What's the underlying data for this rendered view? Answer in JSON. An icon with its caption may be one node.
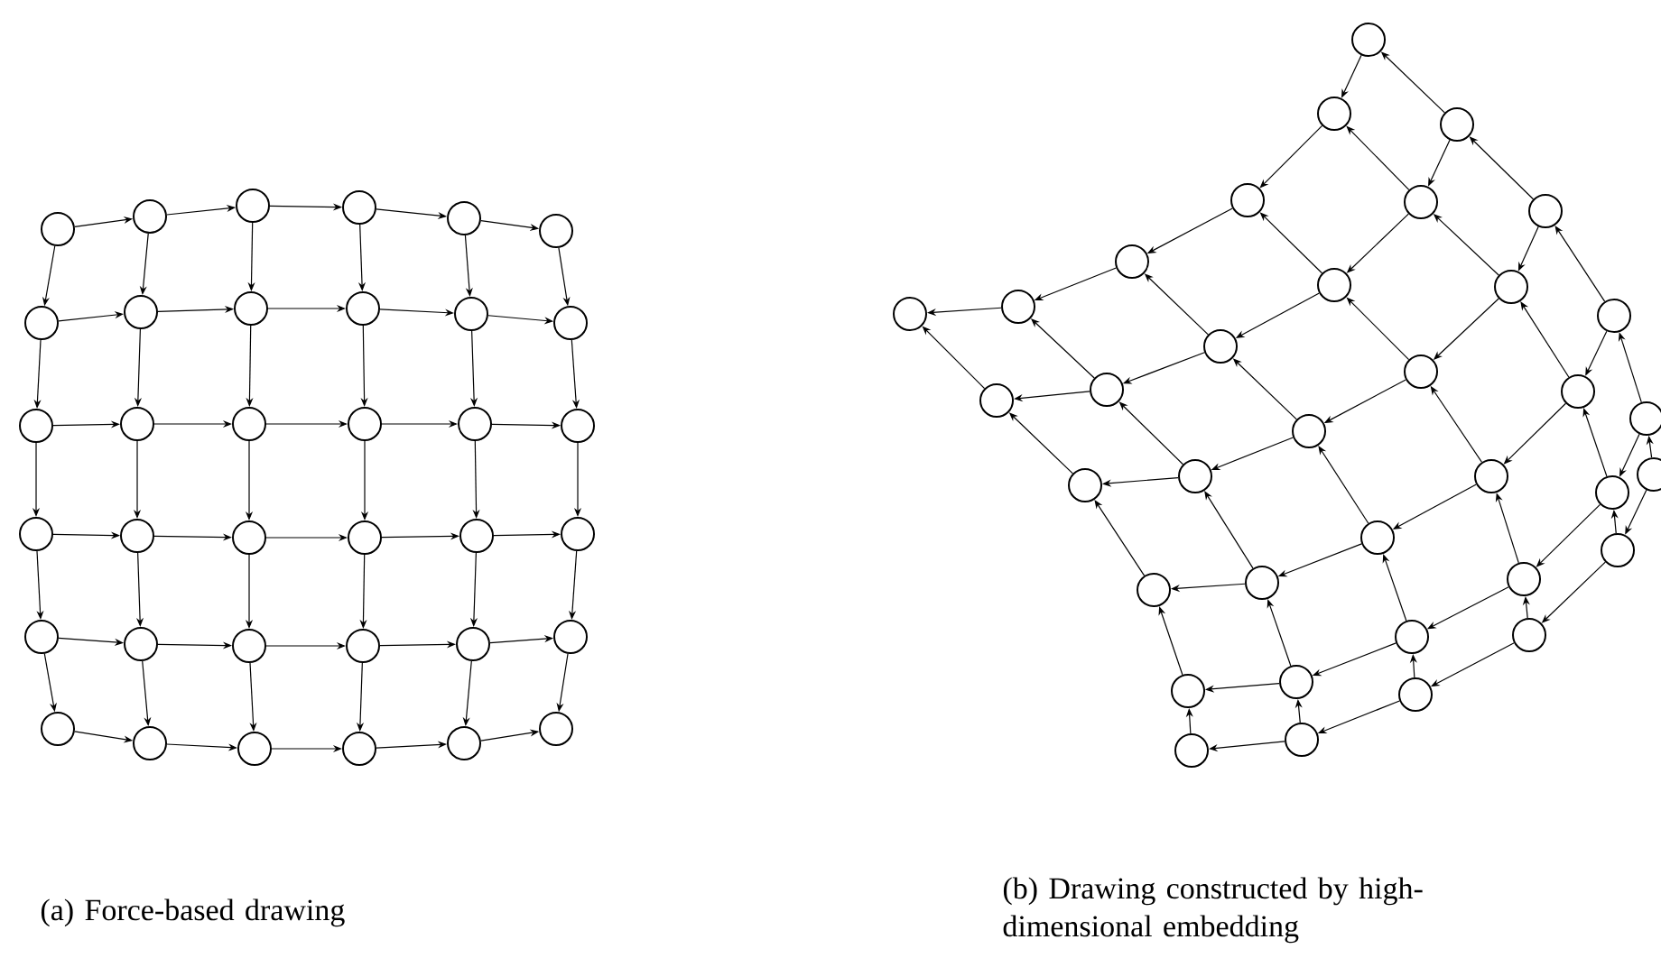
{
  "diagram": {
    "nodes": [
      {
        "text": [],
        "shape": "circle"
      },
      {
        "text": [],
        "shape": "circle"
      },
      {
        "text": [],
        "shape": "circle"
      },
      {
        "text": [],
        "shape": "circle"
      },
      {
        "text": [],
        "shape": "circle"
      },
      {
        "text": [],
        "shape": "circle"
      },
      {
        "text": [],
        "shape": "circle"
      },
      {
        "text": [],
        "shape": "circle"
      },
      {
        "text": [],
        "shape": "circle"
      },
      {
        "text": [],
        "shape": "circle"
      },
      {
        "text": [],
        "shape": "circle"
      },
      {
        "text": [],
        "shape": "circle"
      },
      {
        "text": [],
        "shape": "circle"
      },
      {
        "text": [],
        "shape": "circle"
      },
      {
        "text": [],
        "shape": "circle"
      },
      {
        "text": [],
        "shape": "circle"
      },
      {
        "text": [],
        "shape": "circle"
      },
      {
        "text": [],
        "shape": "circle"
      },
      {
        "text": [],
        "shape": "circle"
      },
      {
        "text": [],
        "shape": "circle"
      },
      {
        "text": [],
        "shape": "circle"
      },
      {
        "text": [],
        "shape": "circle"
      },
      {
        "text": [],
        "shape": "circle"
      },
      {
        "text": [],
        "shape": "circle"
      },
      {
        "text": [],
        "shape": "circle"
      },
      {
        "text": [],
        "shape": "circle"
      },
      {
        "text": [],
        "shape": "circle"
      },
      {
        "text": [],
        "shape": "circle"
      },
      {
        "text": [],
        "shape": "circle"
      },
      {
        "text": [],
        "shape": "circle"
      },
      {
        "text": [],
        "shape": "circle"
      },
      {
        "text": [],
        "shape": "circle"
      },
      {
        "text": [],
        "shape": "circle"
      },
      {
        "text": [],
        "shape": "circle"
      },
      {
        "text": [],
        "shape": "circle"
      },
      {
        "text": [],
        "shape": "circle"
      },
      {
        "text": [],
        "shape": "circle"
      },
      {
        "text": [],
        "shape": "circle"
      },
      {
        "text": [],
        "shape": "circle"
      },
      {
        "text": [],
        "shape": "circle"
      },
      {
        "text": [],
        "shape": "circle"
      },
      {
        "text": [],
        "shape": "circle"
      },
      {
        "text": [],
        "shape": "circle"
      },
      {
        "text": [],
        "shape": "circle"
      },
      {
        "text": [],
        "shape": "circle"
      },
      {
        "text": [],
        "shape": "circle"
      },
      {
        "text": [],
        "shape": "circle"
      },
      {
        "text": [],
        "shape": "circle"
      },
      {
        "text": [],
        "shape": "circle"
      },
      {
        "text": [],
        "shape": "circle"
      },
      {
        "text": [],
        "shape": "circle"
      },
      {
        "text": [],
        "shape": "circle"
      },
      {
        "text": [],
        "shape": "circle"
      },
      {
        "text": [],
        "shape": "circle"
      },
      {
        "text": [],
        "shape": "circle"
      },
      {
        "text": [],
        "shape": "circle"
      },
      {
        "text": [],
        "shape": "circle"
      },
      {
        "text": [],
        "shape": "circle"
      },
      {
        "text": [],
        "shape": "circle"
      },
      {
        "text": [],
        "shape": "circle"
      },
      {
        "text": [],
        "shape": "circle"
      },
      {
        "text": [],
        "shape": "circle"
      },
      {
        "text": [],
        "shape": "circle"
      },
      {
        "text": [],
        "shape": "circle"
      },
      {
        "text": [],
        "shape": "circle"
      },
      {
        "text": [],
        "shape": "circle"
      },
      {
        "text": [],
        "shape": "circle"
      },
      {
        "text": [],
        "shape": "circle"
      },
      {
        "text": [],
        "shape": "circle"
      },
      {
        "text": [],
        "shape": "circle"
      },
      {
        "text": [],
        "shape": "circle"
      },
      {
        "text": [],
        "shape": "circle"
      }
    ],
    "edges": [
      {
        "from": 0,
        "to": 1,
        "arrow": "to"
      },
      {
        "from": 1,
        "to": 2,
        "arrow": "to"
      },
      {
        "from": 2,
        "to": 3,
        "arrow": "to"
      },
      {
        "from": 3,
        "to": 4,
        "arrow": "to"
      },
      {
        "from": 4,
        "to": 5,
        "arrow": "to"
      },
      {
        "from": 6,
        "to": 7,
        "arrow": "to"
      },
      {
        "from": 7,
        "to": 8,
        "arrow": "to"
      },
      {
        "from": 8,
        "to": 9,
        "arrow": "to"
      },
      {
        "from": 9,
        "to": 10,
        "arrow": "to"
      },
      {
        "from": 10,
        "to": 11,
        "arrow": "to"
      },
      {
        "from": 12,
        "to": 13,
        "arrow": "to"
      },
      {
        "from": 13,
        "to": 14,
        "arrow": "to"
      },
      {
        "from": 14,
        "to": 15,
        "arrow": "to"
      },
      {
        "from": 15,
        "to": 16,
        "arrow": "to"
      },
      {
        "from": 16,
        "to": 17,
        "arrow": "to"
      },
      {
        "from": 18,
        "to": 19,
        "arrow": "to"
      },
      {
        "from": 19,
        "to": 20,
        "arrow": "to"
      },
      {
        "from": 20,
        "to": 21,
        "arrow": "to"
      },
      {
        "from": 21,
        "to": 22,
        "arrow": "to"
      },
      {
        "from": 22,
        "to": 23,
        "arrow": "to"
      },
      {
        "from": 24,
        "to": 25,
        "arrow": "to"
      },
      {
        "from": 25,
        "to": 26,
        "arrow": "to"
      },
      {
        "from": 26,
        "to": 27,
        "arrow": "to"
      },
      {
        "from": 27,
        "to": 28,
        "arrow": "to"
      },
      {
        "from": 28,
        "to": 29,
        "arrow": "to"
      },
      {
        "from": 30,
        "to": 31,
        "arrow": "to"
      },
      {
        "from": 31,
        "to": 32,
        "arrow": "to"
      },
      {
        "from": 32,
        "to": 33,
        "arrow": "to"
      },
      {
        "from": 33,
        "to": 34,
        "arrow": "to"
      },
      {
        "from": 34,
        "to": 35,
        "arrow": "to"
      },
      {
        "from": 0,
        "to": 6,
        "arrow": "to"
      },
      {
        "from": 1,
        "to": 7,
        "arrow": "to"
      },
      {
        "from": 2,
        "to": 8,
        "arrow": "to"
      },
      {
        "from": 3,
        "to": 9,
        "arrow": "to"
      },
      {
        "from": 4,
        "to": 10,
        "arrow": "to"
      },
      {
        "from": 5,
        "to": 11,
        "arrow": "to"
      },
      {
        "from": 6,
        "to": 12,
        "arrow": "to"
      },
      {
        "from": 7,
        "to": 13,
        "arrow": "to"
      },
      {
        "from": 8,
        "to": 14,
        "arrow": "to"
      },
      {
        "from": 9,
        "to": 15,
        "arrow": "to"
      },
      {
        "from": 10,
        "to": 16,
        "arrow": "to"
      },
      {
        "from": 11,
        "to": 17,
        "arrow": "to"
      },
      {
        "from": 12,
        "to": 18,
        "arrow": "to"
      },
      {
        "from": 13,
        "to": 19,
        "arrow": "to"
      },
      {
        "from": 14,
        "to": 20,
        "arrow": "to"
      },
      {
        "from": 15,
        "to": 21,
        "arrow": "to"
      },
      {
        "from": 16,
        "to": 22,
        "arrow": "to"
      },
      {
        "from": 17,
        "to": 23,
        "arrow": "to"
      },
      {
        "from": 18,
        "to": 24,
        "arrow": "to"
      },
      {
        "from": 19,
        "to": 25,
        "arrow": "to"
      },
      {
        "from": 20,
        "to": 26,
        "arrow": "to"
      },
      {
        "from": 21,
        "to": 27,
        "arrow": "to"
      },
      {
        "from": 22,
        "to": 28,
        "arrow": "to"
      },
      {
        "from": 23,
        "to": 29,
        "arrow": "to"
      },
      {
        "from": 24,
        "to": 30,
        "arrow": "to"
      },
      {
        "from": 25,
        "to": 31,
        "arrow": "to"
      },
      {
        "from": 26,
        "to": 32,
        "arrow": "to"
      },
      {
        "from": 27,
        "to": 33,
        "arrow": "to"
      },
      {
        "from": 28,
        "to": 34,
        "arrow": "to"
      },
      {
        "from": 29,
        "to": 35,
        "arrow": "to"
      },
      {
        "from": 36,
        "to": 37,
        "arrow": "to"
      },
      {
        "from": 37,
        "to": 38,
        "arrow": "to"
      },
      {
        "from": 38,
        "to": 39,
        "arrow": "to"
      },
      {
        "from": 39,
        "to": 40,
        "arrow": "to"
      },
      {
        "from": 40,
        "to": 41,
        "arrow": "to"
      },
      {
        "from": 42,
        "to": 43,
        "arrow": "to"
      },
      {
        "from": 43,
        "to": 44,
        "arrow": "to"
      },
      {
        "from": 44,
        "to": 45,
        "arrow": "to"
      },
      {
        "from": 45,
        "to": 46,
        "arrow": "to"
      },
      {
        "from": 46,
        "to": 47,
        "arrow": "to"
      },
      {
        "from": 48,
        "to": 49,
        "arrow": "to"
      },
      {
        "from": 49,
        "to": 50,
        "arrow": "to"
      },
      {
        "from": 50,
        "to": 51,
        "arrow": "to"
      },
      {
        "from": 51,
        "to": 52,
        "arrow": "to"
      },
      {
        "from": 52,
        "to": 53,
        "arrow": "to"
      },
      {
        "from": 54,
        "to": 55,
        "arrow": "to"
      },
      {
        "from": 55,
        "to": 56,
        "arrow": "to"
      },
      {
        "from": 56,
        "to": 57,
        "arrow": "to"
      },
      {
        "from": 57,
        "to": 58,
        "arrow": "to"
      },
      {
        "from": 58,
        "to": 59,
        "arrow": "to"
      },
      {
        "from": 60,
        "to": 61,
        "arrow": "to"
      },
      {
        "from": 61,
        "to": 62,
        "arrow": "to"
      },
      {
        "from": 62,
        "to": 63,
        "arrow": "to"
      },
      {
        "from": 63,
        "to": 64,
        "arrow": "to"
      },
      {
        "from": 64,
        "to": 65,
        "arrow": "to"
      },
      {
        "from": 66,
        "to": 67,
        "arrow": "to"
      },
      {
        "from": 67,
        "to": 68,
        "arrow": "to"
      },
      {
        "from": 68,
        "to": 69,
        "arrow": "to"
      },
      {
        "from": 69,
        "to": 70,
        "arrow": "to"
      },
      {
        "from": 70,
        "to": 71,
        "arrow": "to"
      },
      {
        "from": 36,
        "to": 42,
        "arrow": "to"
      },
      {
        "from": 37,
        "to": 43,
        "arrow": "to"
      },
      {
        "from": 38,
        "to": 44,
        "arrow": "to"
      },
      {
        "from": 39,
        "to": 45,
        "arrow": "to"
      },
      {
        "from": 40,
        "to": 46,
        "arrow": "to"
      },
      {
        "from": 41,
        "to": 47,
        "arrow": "to"
      },
      {
        "from": 42,
        "to": 48,
        "arrow": "to"
      },
      {
        "from": 43,
        "to": 49,
        "arrow": "to"
      },
      {
        "from": 44,
        "to": 50,
        "arrow": "to"
      },
      {
        "from": 45,
        "to": 51,
        "arrow": "to"
      },
      {
        "from": 46,
        "to": 52,
        "arrow": "to"
      },
      {
        "from": 47,
        "to": 53,
        "arrow": "to"
      },
      {
        "from": 48,
        "to": 54,
        "arrow": "to"
      },
      {
        "from": 49,
        "to": 55,
        "arrow": "to"
      },
      {
        "from": 50,
        "to": 56,
        "arrow": "to"
      },
      {
        "from": 51,
        "to": 57,
        "arrow": "to"
      },
      {
        "from": 52,
        "to": 58,
        "arrow": "to"
      },
      {
        "from": 53,
        "to": 59,
        "arrow": "to"
      },
      {
        "from": 54,
        "to": 60,
        "arrow": "to"
      },
      {
        "from": 55,
        "to": 61,
        "arrow": "to"
      },
      {
        "from": 56,
        "to": 62,
        "arrow": "to"
      },
      {
        "from": 57,
        "to": 63,
        "arrow": "to"
      },
      {
        "from": 58,
        "to": 64,
        "arrow": "to"
      },
      {
        "from": 59,
        "to": 65,
        "arrow": "to"
      },
      {
        "from": 60,
        "to": 66,
        "arrow": "to"
      },
      {
        "from": 61,
        "to": 67,
        "arrow": "to"
      },
      {
        "from": 62,
        "to": 68,
        "arrow": "to"
      },
      {
        "from": 63,
        "to": 69,
        "arrow": "to"
      },
      {
        "from": 64,
        "to": 70,
        "arrow": "to"
      },
      {
        "from": 65,
        "to": 71,
        "arrow": "to"
      }
    ],
    "labels": [
      "(a) Force-based drawing",
      "(b) Drawing constructed by high-dimensional embedding"
    ]
  }
}
